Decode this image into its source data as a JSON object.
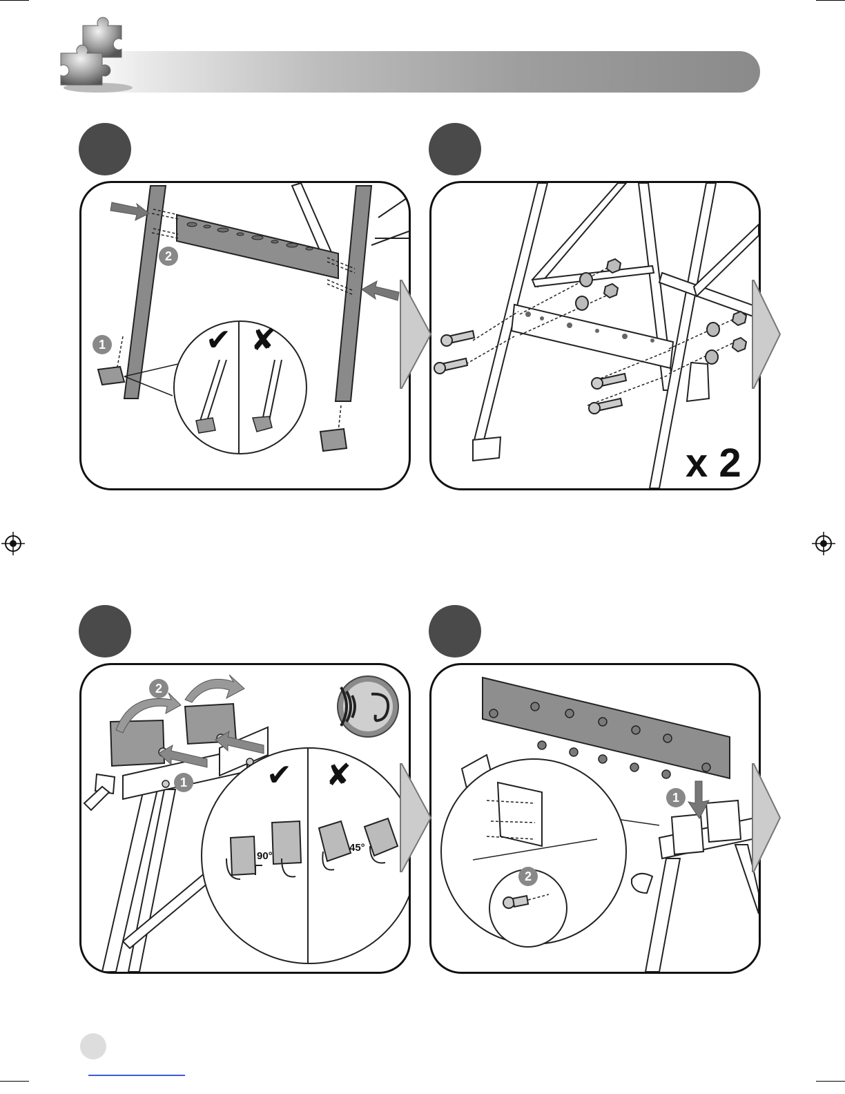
{
  "panels": {
    "p1": {
      "callout_1": "1",
      "callout_2": "2",
      "correct_mark": "✔",
      "wrong_mark": "✘"
    },
    "p2": {
      "quantity": "x 2"
    },
    "p3": {
      "callout_1": "1",
      "callout_2": "2",
      "correct_mark": "✔",
      "wrong_mark": "✘",
      "angle_correct": "90°",
      "angle_wrong": "45°"
    },
    "p4": {
      "callout_1": "1",
      "callout_2": "2"
    }
  },
  "colors": {
    "step_circle": "#4a4a4a",
    "arrow_fill": "#cccccc",
    "wood_board": "#8e8e8e",
    "accent_line": "#3b5bd6"
  },
  "icons": {
    "header": "puzzle-pieces-icon",
    "sound": "sound-ear-icon",
    "next": "next-step-arrow-icon",
    "registration": "registration-mark-icon"
  }
}
